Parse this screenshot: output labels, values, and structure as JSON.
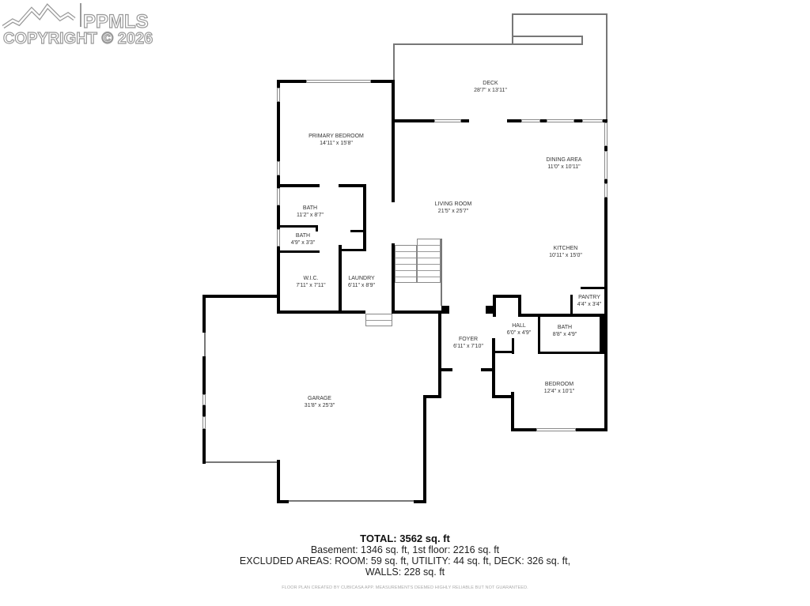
{
  "watermark": {
    "brand": "PPMLS",
    "copyright": "COPYRIGHT © 2026",
    "logo_icon": "mountain-outline-icon"
  },
  "rooms": [
    {
      "id": "deck",
      "name": "DECK",
      "dimensions": "28'7\" x 13'11\""
    },
    {
      "id": "primary-bedroom",
      "name": "PRIMARY BEDROOM",
      "dimensions": "14'11\" x 15'8\""
    },
    {
      "id": "dining-area",
      "name": "DINING AREA",
      "dimensions": "11'0\" x 10'11\""
    },
    {
      "id": "living-room",
      "name": "LIVING ROOM",
      "dimensions": "21'5\" x 25'7\""
    },
    {
      "id": "bath-primary",
      "name": "BATH",
      "dimensions": "11'2\" x 8'7\""
    },
    {
      "id": "bath-small",
      "name": "BATH",
      "dimensions": "4'9\" x 3'3\""
    },
    {
      "id": "kitchen",
      "name": "KITCHEN",
      "dimensions": "10'11\" x 15'0\""
    },
    {
      "id": "wic",
      "name": "W.I.C.",
      "dimensions": "7'11\" x 7'11\""
    },
    {
      "id": "laundry",
      "name": "LAUNDRY",
      "dimensions": "6'11\" x 8'9\""
    },
    {
      "id": "pantry",
      "name": "PANTRY",
      "dimensions": "4'4\" x 3'4\""
    },
    {
      "id": "hall",
      "name": "HALL",
      "dimensions": "6'0\" x 4'9\""
    },
    {
      "id": "bath-hall",
      "name": "BATH",
      "dimensions": "8'8\" x 4'9\""
    },
    {
      "id": "foyer",
      "name": "FOYER",
      "dimensions": "6'11\" x 7'10\""
    },
    {
      "id": "bedroom",
      "name": "BEDROOM",
      "dimensions": "12'4\" x 10'1\""
    },
    {
      "id": "garage",
      "name": "GARAGE",
      "dimensions": "31'8\" x 25'3\""
    }
  ],
  "summary": {
    "total": "TOTAL: 3562 sq. ft",
    "floors": "Basement: 1346 sq. ft, 1st floor: 2216 sq. ft",
    "excluded": "EXCLUDED AREAS: ROOM: 59 sq. ft, UTILITY: 44 sq. ft, DECK: 326 sq. ft,",
    "walls": "WALLS: 228 sq. ft",
    "disclaimer": "FLOOR PLAN CREATED BY CUBICASA APP. MEASUREMENTS DEEMED HIGHLY RELIABLE BUT NOT GUARANTEED."
  }
}
